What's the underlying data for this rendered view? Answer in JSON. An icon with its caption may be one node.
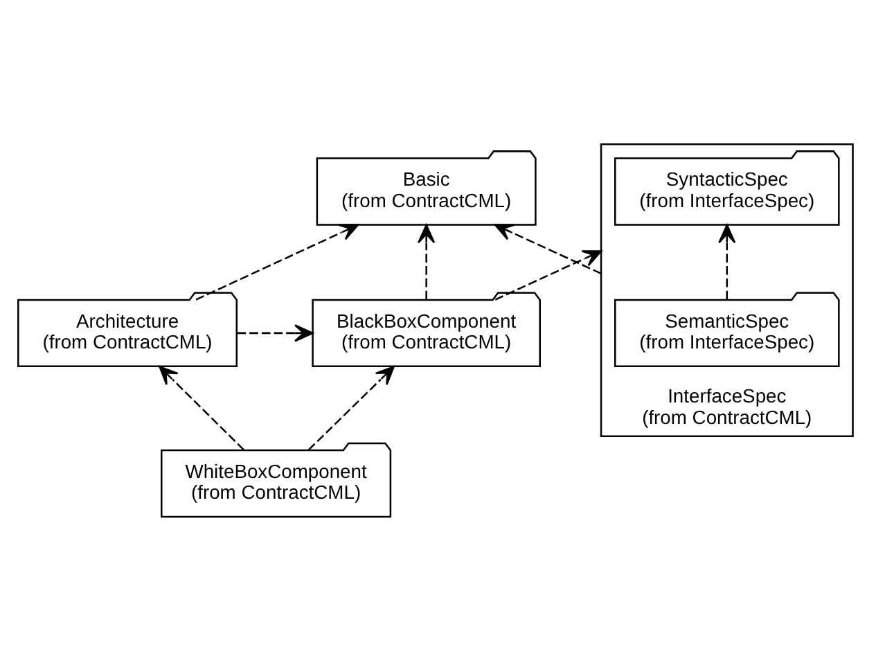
{
  "diagram": {
    "nodes": [
      {
        "text": [
          "Basic",
          "(from ContractCML)"
        ]
      },
      {
        "text": [
          "InterfaceSpec",
          "(from ContractCML)"
        ]
      },
      {
        "text": [
          "SyntacticSpec",
          "(from InterfaceSpec)"
        ],
        "in": 1
      },
      {
        "text": [
          "SemanticSpec",
          "(from InterfaceSpec)"
        ],
        "in": 1
      },
      {
        "text": [
          "BlackBoxComponent",
          "(from ContractCML)"
        ]
      },
      {
        "text": [
          "Architecture",
          "(from ContractCML)"
        ]
      },
      {
        "text": [
          "WhiteBoxComponent",
          "(from ContractCML)"
        ]
      }
    ],
    "edges": [
      {
        "from": 1,
        "to": 0,
        "arrow": "to",
        "style": "dashed"
      },
      {
        "from": 4,
        "to": 0,
        "arrow": "to",
        "style": "dashed"
      },
      {
        "from": 5,
        "to": 0,
        "arrow": "to",
        "style": "dashed"
      },
      {
        "from": 4,
        "to": 1,
        "arrow": "to",
        "style": "dashed"
      },
      {
        "from": 3,
        "to": 2,
        "arrow": "to",
        "style": "dashed"
      },
      {
        "from": 5,
        "to": 4,
        "arrow": "to",
        "style": "dashed"
      },
      {
        "from": 6,
        "to": 4,
        "arrow": "to",
        "style": "dashed"
      },
      {
        "from": 6,
        "to": 5,
        "arrow": "to",
        "style": "dashed"
      }
    ]
  }
}
